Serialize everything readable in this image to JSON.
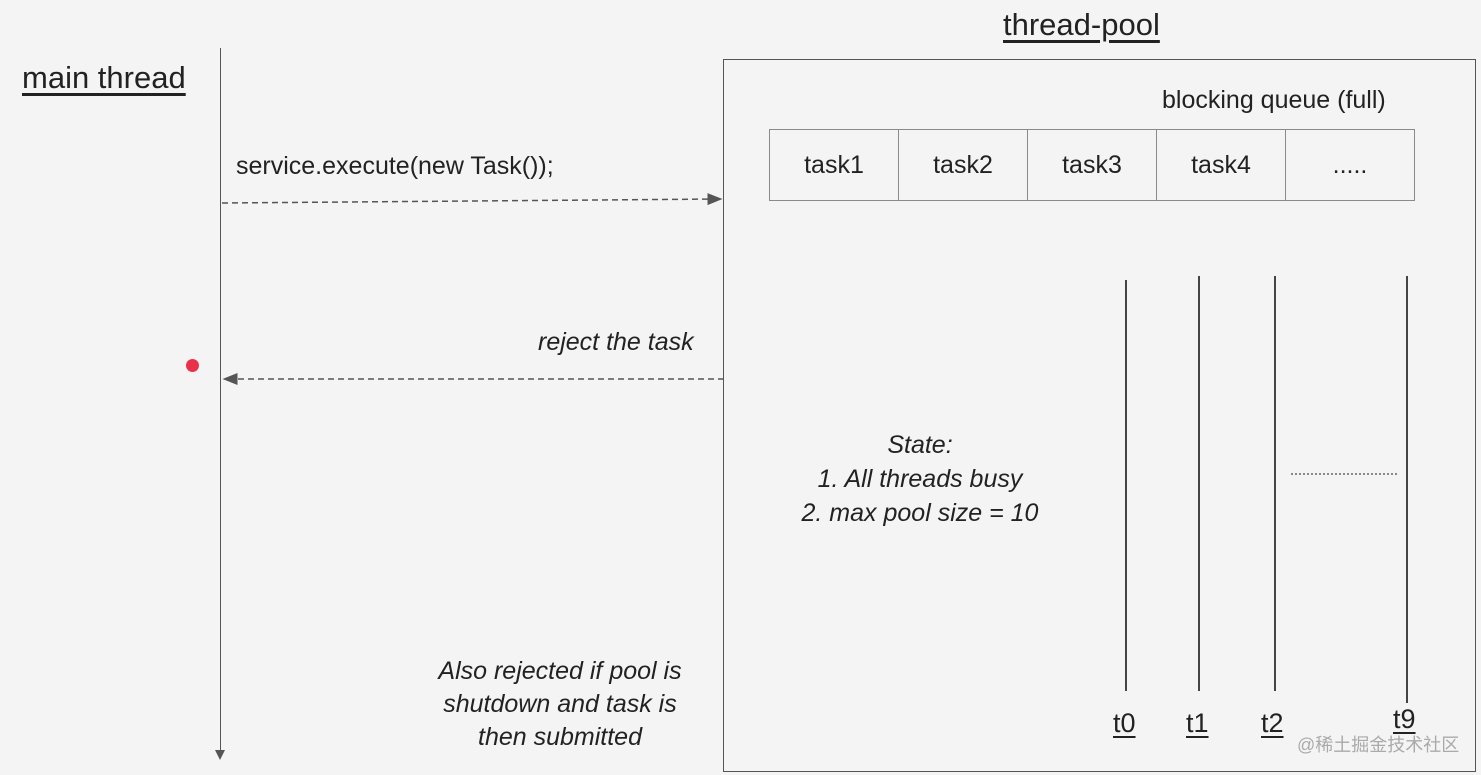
{
  "main_thread": {
    "title": "main thread"
  },
  "thread_pool": {
    "title": "thread-pool",
    "queue": {
      "label": "blocking queue (full)",
      "cells": [
        "task1",
        "task2",
        "task3",
        "task4",
        "....."
      ]
    },
    "state": {
      "heading": "State:",
      "line1": "1. All threads busy",
      "line2": "2. max pool size = 10"
    },
    "threads": [
      "t0",
      "t1",
      "t2",
      "t9"
    ]
  },
  "messages": {
    "execute_call": "service.execute(new Task());",
    "reject": "reject the task",
    "note_line1": "Also rejected if pool is",
    "note_line2": "shutdown and task is",
    "note_line3": "then submitted"
  },
  "watermark": "@稀土掘金技术社区",
  "colors": {
    "rejection_marker": "#e8324a",
    "lines": "#444444"
  }
}
